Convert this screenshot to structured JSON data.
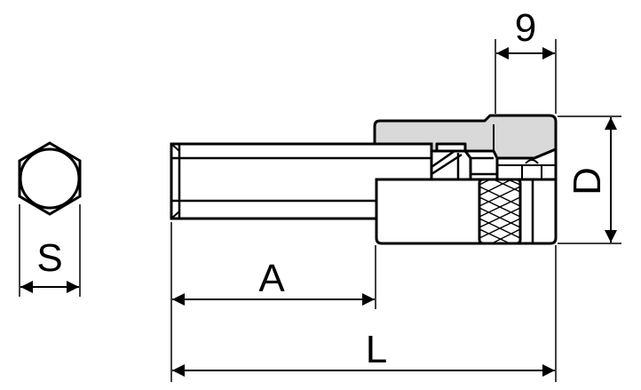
{
  "dimensions": {
    "s": "S",
    "a": "A",
    "l": "L",
    "d": "D",
    "nine": "9"
  },
  "colors": {
    "line": "#000000",
    "fill_gray": "#d9d9d9",
    "background": "#ffffff"
  }
}
